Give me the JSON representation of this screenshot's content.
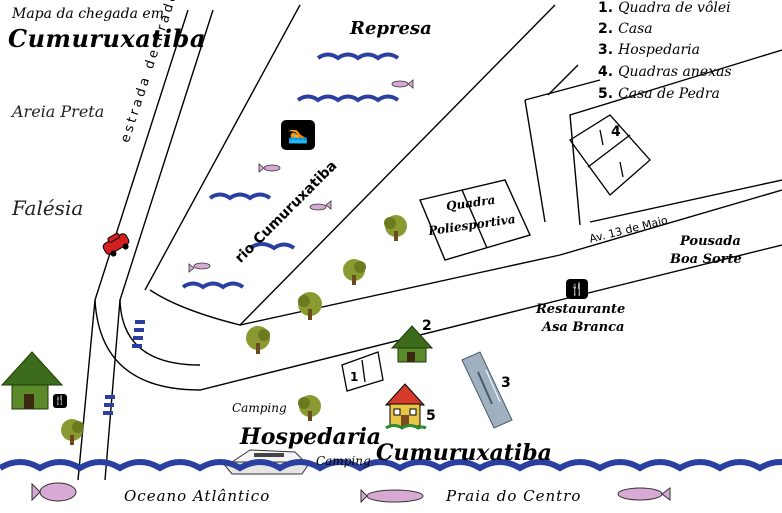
{
  "title": {
    "line1": "Mapa da chegada em",
    "line2": "Cumuruxatiba"
  },
  "places": {
    "areia_preta": "Areia Preta",
    "falesia": "Falésia",
    "estrada": "estrada de Prado",
    "represa": "Represa",
    "rio": "rio Cumuruxatiba",
    "quadra_line1": "Quadra",
    "quadra_line2": "Poliesportiva",
    "avenida": "Av. 13 de Maio",
    "pousada_line1": "Pousada",
    "pousada_line2": "Boa Sorte",
    "restaurante_line1": "Restaurante",
    "restaurante_line2": "Asa Branca",
    "camping_1": "Camping",
    "camping_2": "Camping",
    "hospedaria": "Hospedaria",
    "cumuruxatiba": "Cumuruxatiba",
    "oceano": "Oceano Atlântico",
    "praia": "Praia do Centro"
  },
  "legend": [
    {
      "num": "1.",
      "label": "Quadra de vôlei"
    },
    {
      "num": "2.",
      "label": "Casa"
    },
    {
      "num": "3.",
      "label": "Hospedaria"
    },
    {
      "num": "4.",
      "label": "Quadras anexas"
    },
    {
      "num": "5.",
      "label": "Casa de Pedra"
    }
  ],
  "markers": {
    "m1": "1",
    "m2": "2",
    "m3": "3",
    "m4": "4",
    "m5": "5"
  },
  "colors": {
    "water": "#2b3fa0",
    "fish": "#d9a9d6",
    "car": "#d42020",
    "hut": "#3d6b1c",
    "house": "#e8c64a",
    "roof": "#d63a2a",
    "tree": "#6b7a1e",
    "boat": "#e6e6e6"
  },
  "icons": [
    "swimmer-icon",
    "restaurant-icon"
  ]
}
